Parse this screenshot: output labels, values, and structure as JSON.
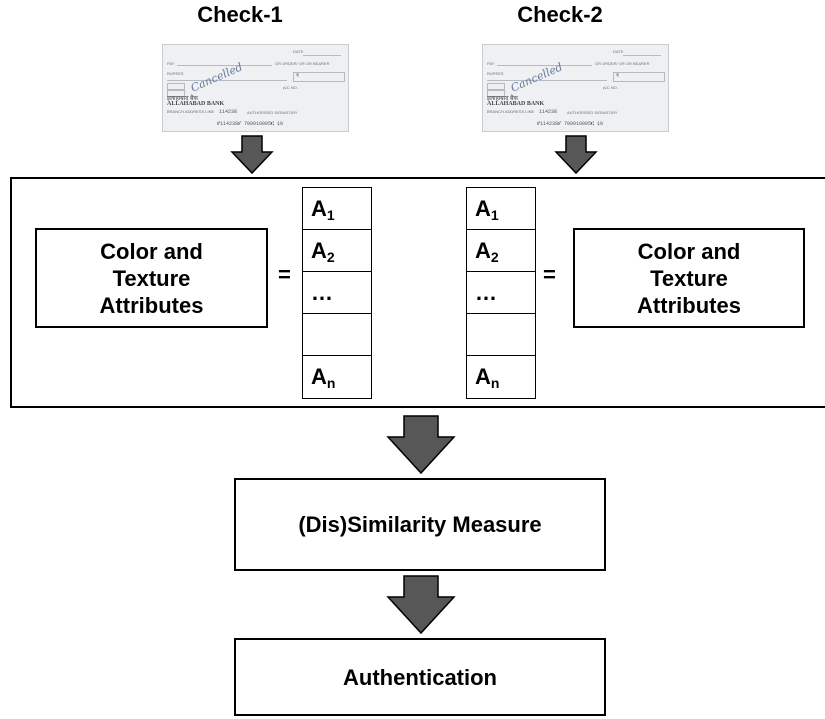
{
  "checks": [
    {
      "title": "Check-1",
      "image": {
        "date_label": "DATE",
        "pay_label": "PAY",
        "bearer_text": "OR ORDER/ OR OR BEARER",
        "rupees_label": "RUPEES",
        "amount_symbol": "₹",
        "payee_label": "A/C NO.",
        "bank_hindi": "इलाहाबाद बैंक",
        "bank_name": "ALLAHABAD BANK",
        "branch_text": "BRANCH ADDRESS LINE",
        "account_no": "114238",
        "signature_label": "AUTHORISED SIGNATORY",
        "micr": "⑈114238⑈ 700010005⑆    10",
        "handwriting": "Cancelled"
      }
    },
    {
      "title": "Check-2",
      "image": {
        "date_label": "DATE",
        "pay_label": "PAY",
        "bearer_text": "OR ORDER/ OR OR BEARER",
        "rupees_label": "RUPEES",
        "amount_symbol": "₹",
        "payee_label": "A/C NO.",
        "bank_hindi": "इलाहाबाद बैंक",
        "bank_name": "ALLAHABAD BANK",
        "branch_text": "BRANCH ADDRESS LINE",
        "account_no": "114238",
        "signature_label": "AUTHORISED SIGNATORY",
        "micr": "⑈114238⑈ 700010005⑆    10",
        "handwriting": "Cancelled"
      }
    }
  ],
  "attributes": {
    "left_label": "Color and Texture Attributes",
    "right_label": "Color and Texture Attributes",
    "equals": "="
  },
  "vector": {
    "cells": [
      {
        "base": "A",
        "sub": "1"
      },
      {
        "base": "A",
        "sub": "2"
      },
      {
        "base": "…",
        "sub": ""
      },
      {
        "base": "",
        "sub": ""
      },
      {
        "base": "A",
        "sub": "n"
      }
    ]
  },
  "measure_label": "(Dis)Similarity Measure",
  "authentication_label": "Authentication",
  "colors": {
    "arrow_fill": "#575757",
    "arrow_stroke": "#000000",
    "check_background": "#eef0f2"
  },
  "icons": {
    "down_arrow": "down-arrow-icon"
  }
}
